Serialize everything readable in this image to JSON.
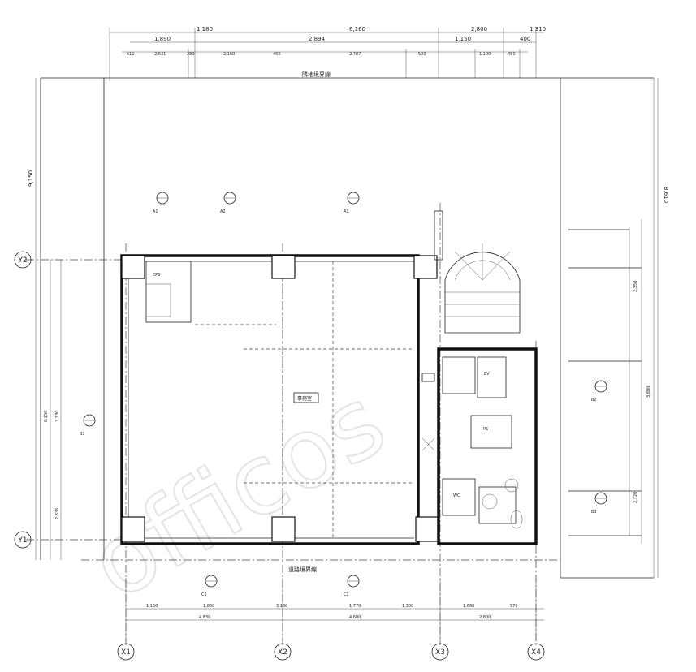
{
  "watermark": {
    "text": "officos"
  },
  "grid": {
    "vertical": [
      {
        "id": "X1",
        "label": "X1"
      },
      {
        "id": "X2",
        "label": "X2"
      },
      {
        "id": "X3",
        "label": "X3"
      },
      {
        "id": "X4",
        "label": "X4"
      }
    ],
    "horizontal": [
      {
        "id": "Y1",
        "label": "Y1"
      },
      {
        "id": "Y2",
        "label": "Y2"
      }
    ]
  },
  "dimensions": {
    "top_row1": [
      "1,180",
      "6,160",
      "2,800",
      "1,310"
    ],
    "top_row2": [
      "1,890",
      "2,894",
      "1,150",
      "400"
    ],
    "top_row3": [
      "611",
      "2,631",
      "280",
      "2,160",
      "460",
      "2,787",
      "500",
      "1,100",
      "450"
    ],
    "bottom_row1": [
      "1,150",
      "1,850",
      "3,130",
      "1,770",
      "1,300",
      "1,680",
      "570"
    ],
    "bottom_row2": [
      "4,830",
      "4,600",
      "2,800"
    ],
    "left_total": "9,150",
    "left_parts": [
      "6,150",
      "3,330",
      "2,335"
    ],
    "right_total": "8,610",
    "right_parts": [
      "2,350",
      "3,880",
      "2,720"
    ]
  },
  "boundary_labels": {
    "top": "隣地境界線",
    "bottom": "道路境界線"
  },
  "labels": {
    "office": "事務室",
    "eps": "EPS",
    "elevator": "EV",
    "wc": "WC",
    "ps": "PS"
  },
  "view_markers": [
    {
      "id": "v1",
      "label": "A1"
    },
    {
      "id": "v2",
      "label": "A2"
    },
    {
      "id": "v3",
      "label": "A3"
    },
    {
      "id": "v4",
      "label": "B1"
    },
    {
      "id": "v5",
      "label": "B2"
    },
    {
      "id": "v6",
      "label": "B3"
    },
    {
      "id": "v7",
      "label": "C1"
    },
    {
      "id": "v8",
      "label": "C2"
    }
  ]
}
